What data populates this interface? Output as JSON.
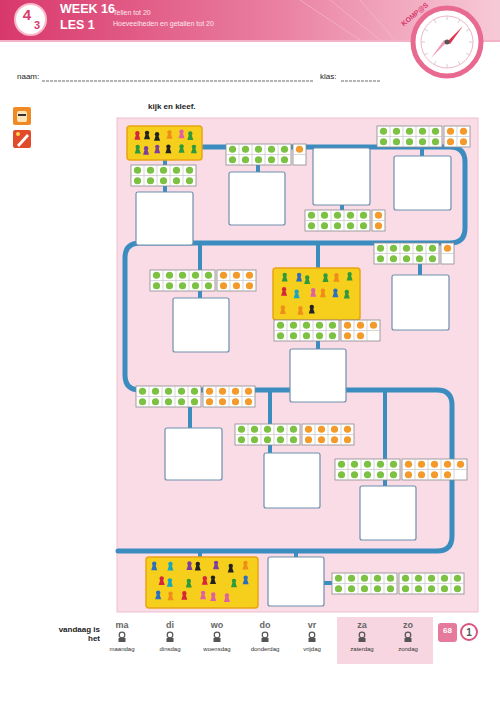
{
  "diagram": {
    "title": "Tellen tot 20",
    "nodes": [
      {
        "text": [
          "4",
          "3"
        ]
      },
      {
        "text": [
          "za",
          "zaterdag",
          "zo",
          "zondag"
        ]
      },
      {
        "text": [
          "68"
        ]
      },
      {
        "text": [
          "1"
        ]
      }
    ],
    "labels": [
      "WEEK 16",
      "LES 1",
      "Hoeveelheden en getallen tot 20",
      "KOMP@S",
      "naam:",
      "klas:",
      "kijk en kleef.",
      "vandaag is het",
      "ma",
      "maandag",
      "di",
      "dinsdag",
      "wo",
      "woensdag",
      "do",
      "donderdag",
      "vr",
      "vrijdag"
    ]
  }
}
